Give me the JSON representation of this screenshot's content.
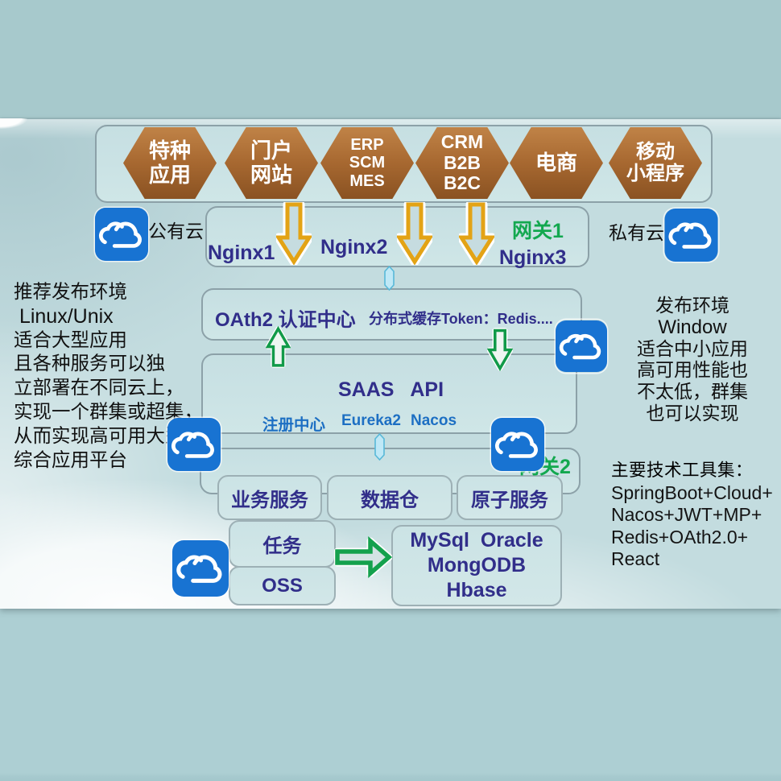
{
  "colors": {
    "outer_background": "#a9cbcf",
    "slide_background": "#c6dfe2",
    "panel_fill": "#cbe3e5",
    "panel_border": "#8ca1a8",
    "hexagon_brown": "#a96a33",
    "title_navy": "#312e8a",
    "registry_blue": "#1d6fc3",
    "gateway_green": "#13a84f",
    "gold_arrow": "#e2a117",
    "green_arrow": "#149a4c",
    "cloud_blue": "#1873d2"
  },
  "hexagons": [
    {
      "id": "special-apps",
      "lines": [
        "特种",
        "应用"
      ]
    },
    {
      "id": "portal-site",
      "lines": [
        "门户",
        "网站"
      ]
    },
    {
      "id": "erp-scm-mes",
      "lines": [
        "ERP",
        "SCM",
        "MES"
      ]
    },
    {
      "id": "crm-b2b-b2c",
      "lines": [
        "CRM",
        "B2B",
        "B2C"
      ]
    },
    {
      "id": "ecommerce",
      "lines": [
        "电商"
      ]
    },
    {
      "id": "mobile-miniapp",
      "lines": [
        "移动",
        "小程序"
      ]
    }
  ],
  "gateway1": {
    "label": "网关1",
    "nginx1": "Nginx1",
    "nginx2": "Nginx2",
    "nginx3": "Nginx3"
  },
  "clouds": {
    "public_label": "公有云",
    "private_label": "私有云"
  },
  "oauth": {
    "title": "OAth2 认证中心",
    "cache_note": "分布式缓存Token：Redis...."
  },
  "saas": {
    "title": "SAAS   API",
    "registry": "注册中心",
    "eureka": "Eureka2",
    "nacos": "Nacos"
  },
  "gateway2": {
    "label": "网关2"
  },
  "services": {
    "business": "业务服务",
    "warehouse": "数据仓",
    "atomic": "原子服务"
  },
  "storage": {
    "task": "任务",
    "oss": "OSS",
    "db_lines": [
      "MySql  Oracle",
      "MongODB",
      "Hbase"
    ]
  },
  "left_note": {
    "lines": [
      "推荐发布环境",
      " Linux/Unix",
      "适合大型应用",
      "且各种服务可以独",
      "立部署在不同云上，",
      "实现一个群集或超集，",
      "从而实现高可用大型",
      "综合应用平台"
    ]
  },
  "right_note": {
    "lines": [
      "发布环境",
      "Window",
      "适合中小应用",
      "高可用性能也",
      "不太低，群集",
      "也可以实现"
    ]
  },
  "toolset": {
    "lines": [
      "主要技术工具集：",
      "SpringBoot+Cloud+",
      "Nacos+JWT+MP+",
      "Redis+OAth2.0+",
      "React"
    ]
  }
}
